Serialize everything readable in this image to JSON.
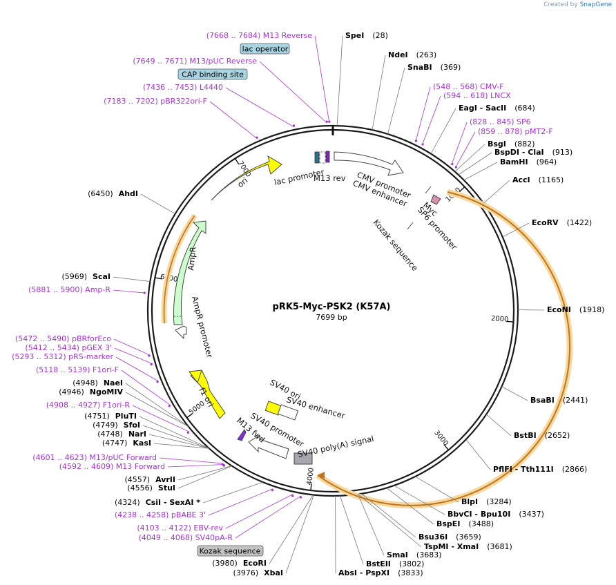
{
  "credit": {
    "prefix": "Created by",
    "brand": "SnapGene"
  },
  "plasmid": {
    "name": "pRK5-Myc-PSK2 (K57A)",
    "length_label": "7699 bp",
    "length": 7699
  },
  "ticks": [
    "1000",
    "2000",
    "3000",
    "4000",
    "5000",
    "6000",
    "7000"
  ],
  "enzymes": [
    {
      "name": "SpeI",
      "pos": "(28)",
      "side": "right"
    },
    {
      "name": "NdeI",
      "pos": "(263)",
      "side": "right"
    },
    {
      "name": "SnaBI",
      "pos": "(369)",
      "side": "right"
    },
    {
      "name": "EagI  - SacII",
      "pos": "(684)",
      "side": "right"
    },
    {
      "name": "BsgI",
      "pos": "(882)",
      "side": "right"
    },
    {
      "name": "BspDI  - ClaI",
      "pos": "(913)",
      "side": "right"
    },
    {
      "name": "BamHI",
      "pos": "(964)",
      "side": "right"
    },
    {
      "name": "AccI",
      "pos": "(1165)",
      "side": "right"
    },
    {
      "name": "EcoRV",
      "pos": "(1422)",
      "side": "right"
    },
    {
      "name": "EcoNI",
      "pos": "(1918)",
      "side": "right"
    },
    {
      "name": "BsaBI",
      "pos": "(2441)",
      "side": "right"
    },
    {
      "name": "BstBI",
      "pos": "(2652)",
      "side": "right"
    },
    {
      "name": "PflFI  - Tth111I",
      "pos": "(2866)",
      "side": "right"
    },
    {
      "name": "BlpI",
      "pos": "(3284)",
      "side": "right"
    },
    {
      "name": "BbvCI  - Bpu10I",
      "pos": "(3437)",
      "side": "right"
    },
    {
      "name": "BspEI",
      "pos": "(3488)",
      "side": "right"
    },
    {
      "name": "Bsu36I",
      "pos": "(3659)",
      "side": "right"
    },
    {
      "name": "TspMI  - XmaI",
      "pos": "(3681)",
      "side": "right"
    },
    {
      "name": "SmaI",
      "pos": "(3683)",
      "side": "right"
    },
    {
      "name": "BstEII",
      "pos": "(3802)",
      "side": "right"
    },
    {
      "name": "AbsI  - PspXI",
      "pos": "(3833)",
      "side": "right"
    },
    {
      "name": "XbaI",
      "pos": "(3976)",
      "side": "left"
    },
    {
      "name": "EcoRI",
      "pos": "(3980)",
      "side": "left"
    },
    {
      "name": "CsiI  - SexAI *",
      "pos": "(4324)",
      "side": "left"
    },
    {
      "name": "StuI",
      "pos": "(4556)",
      "side": "left"
    },
    {
      "name": "AvrII",
      "pos": "(4557)",
      "side": "left"
    },
    {
      "name": "KasI",
      "pos": "(4747)",
      "side": "left"
    },
    {
      "name": "NarI",
      "pos": "(4748)",
      "side": "left"
    },
    {
      "name": "SfoI",
      "pos": "(4749)",
      "side": "left"
    },
    {
      "name": "PluTI",
      "pos": "(4751)",
      "side": "left"
    },
    {
      "name": "NgoMIV",
      "pos": "(4946)",
      "side": "left"
    },
    {
      "name": "NaeI",
      "pos": "(4948)",
      "side": "left"
    },
    {
      "name": "ScaI",
      "pos": "(5969)",
      "side": "left"
    },
    {
      "name": "AhdI",
      "pos": "(6450)",
      "side": "left"
    }
  ],
  "primers": [
    {
      "range": "(7668 .. 7684)",
      "name": "M13 Reverse"
    },
    {
      "range": "(7649 .. 7671)",
      "name": "M13/pUC Reverse"
    },
    {
      "range": "(7436 .. 7453)",
      "name": "L4440"
    },
    {
      "range": "(7183 .. 7202)",
      "name": "pBR322ori-F"
    },
    {
      "range": "(548 .. 568)",
      "name": "CMV-F"
    },
    {
      "range": "(594 .. 618)",
      "name": "LNCX"
    },
    {
      "range": "(828 .. 845)",
      "name": "SP6"
    },
    {
      "range": "(859 .. 878)",
      "name": "pMT2-F"
    },
    {
      "range": "(5881 .. 5900)",
      "name": "Amp-R"
    },
    {
      "range": "(5472 .. 5490)",
      "name": "pBRforEco"
    },
    {
      "range": "(5412 .. 5434)",
      "name": "pGEX 3'"
    },
    {
      "range": "(5293 .. 5312)",
      "name": "pRS-marker"
    },
    {
      "range": "(5118 .. 5139)",
      "name": "F1ori-F"
    },
    {
      "range": "(4908 .. 4927)",
      "name": "F1ori-R"
    },
    {
      "range": "(4601 .. 4623)",
      "name": "M13/pUC Forward"
    },
    {
      "range": "(4592 .. 4609)",
      "name": "M13 Forward"
    },
    {
      "range": "(4238 .. 4258)",
      "name": "pBABE 3'"
    },
    {
      "range": "(4103 .. 4122)",
      "name": "EBV-rev"
    },
    {
      "range": "(4049 .. 4068)",
      "name": "SV40pA-R"
    }
  ],
  "boxed_labels": [
    "lac operator",
    "CAP binding site",
    "Kozak sequence"
  ],
  "features": [
    "lac promoter",
    "M13 rev",
    "CMV promoter",
    "CMV enhancer",
    "Myc",
    "SP6 promoter",
    "Kozak sequence",
    "ori",
    "AmpR",
    "AmpR promoter",
    "f1 ori",
    "SV40 ori",
    "SV40 enhancer",
    "SV40 promoter",
    "M13 fwd",
    "SV40 poly(A) signal"
  ],
  "colors": {
    "backbone": "#1a1a1a",
    "primer": "#a632d6",
    "ori": "#ffff00",
    "ampr": "#ccffcc",
    "orange": "#f5a623",
    "boxed_blue": "#a9d5e3",
    "boxed_grey": "#c3c3c3"
  }
}
